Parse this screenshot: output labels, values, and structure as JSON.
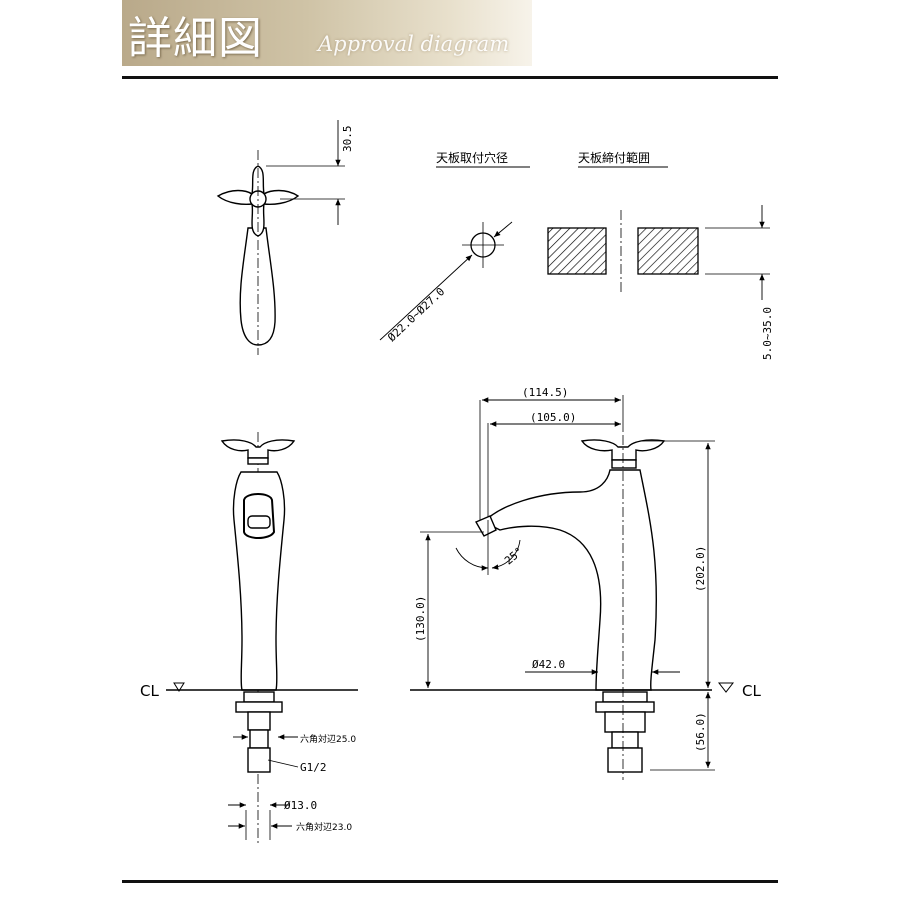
{
  "header": {
    "title": "詳細図",
    "subtitle": "Approval diagram"
  },
  "top_views": {
    "hole_label": "天板取付穴径",
    "hole_dim": "Ø22.0~Ø27.0",
    "thickness_label": "天板締付範囲",
    "thickness_dim": "5.0~35.0",
    "handle_dim": "30.5"
  },
  "front_view": {
    "cl": "CL",
    "hex_top": "六角対辺25.0",
    "thread": "G1/2",
    "dia": "Ø13.0",
    "hex_bottom": "六角対辺23.0"
  },
  "side_view": {
    "reach_outer": "(114.5)",
    "reach_inner": "(105.0)",
    "angle": "25°",
    "spout_height": "(130.0)",
    "total_height": "(202.0)",
    "body_dia": "Ø42.0",
    "cl": "CL",
    "below_cl": "(56.0)"
  }
}
